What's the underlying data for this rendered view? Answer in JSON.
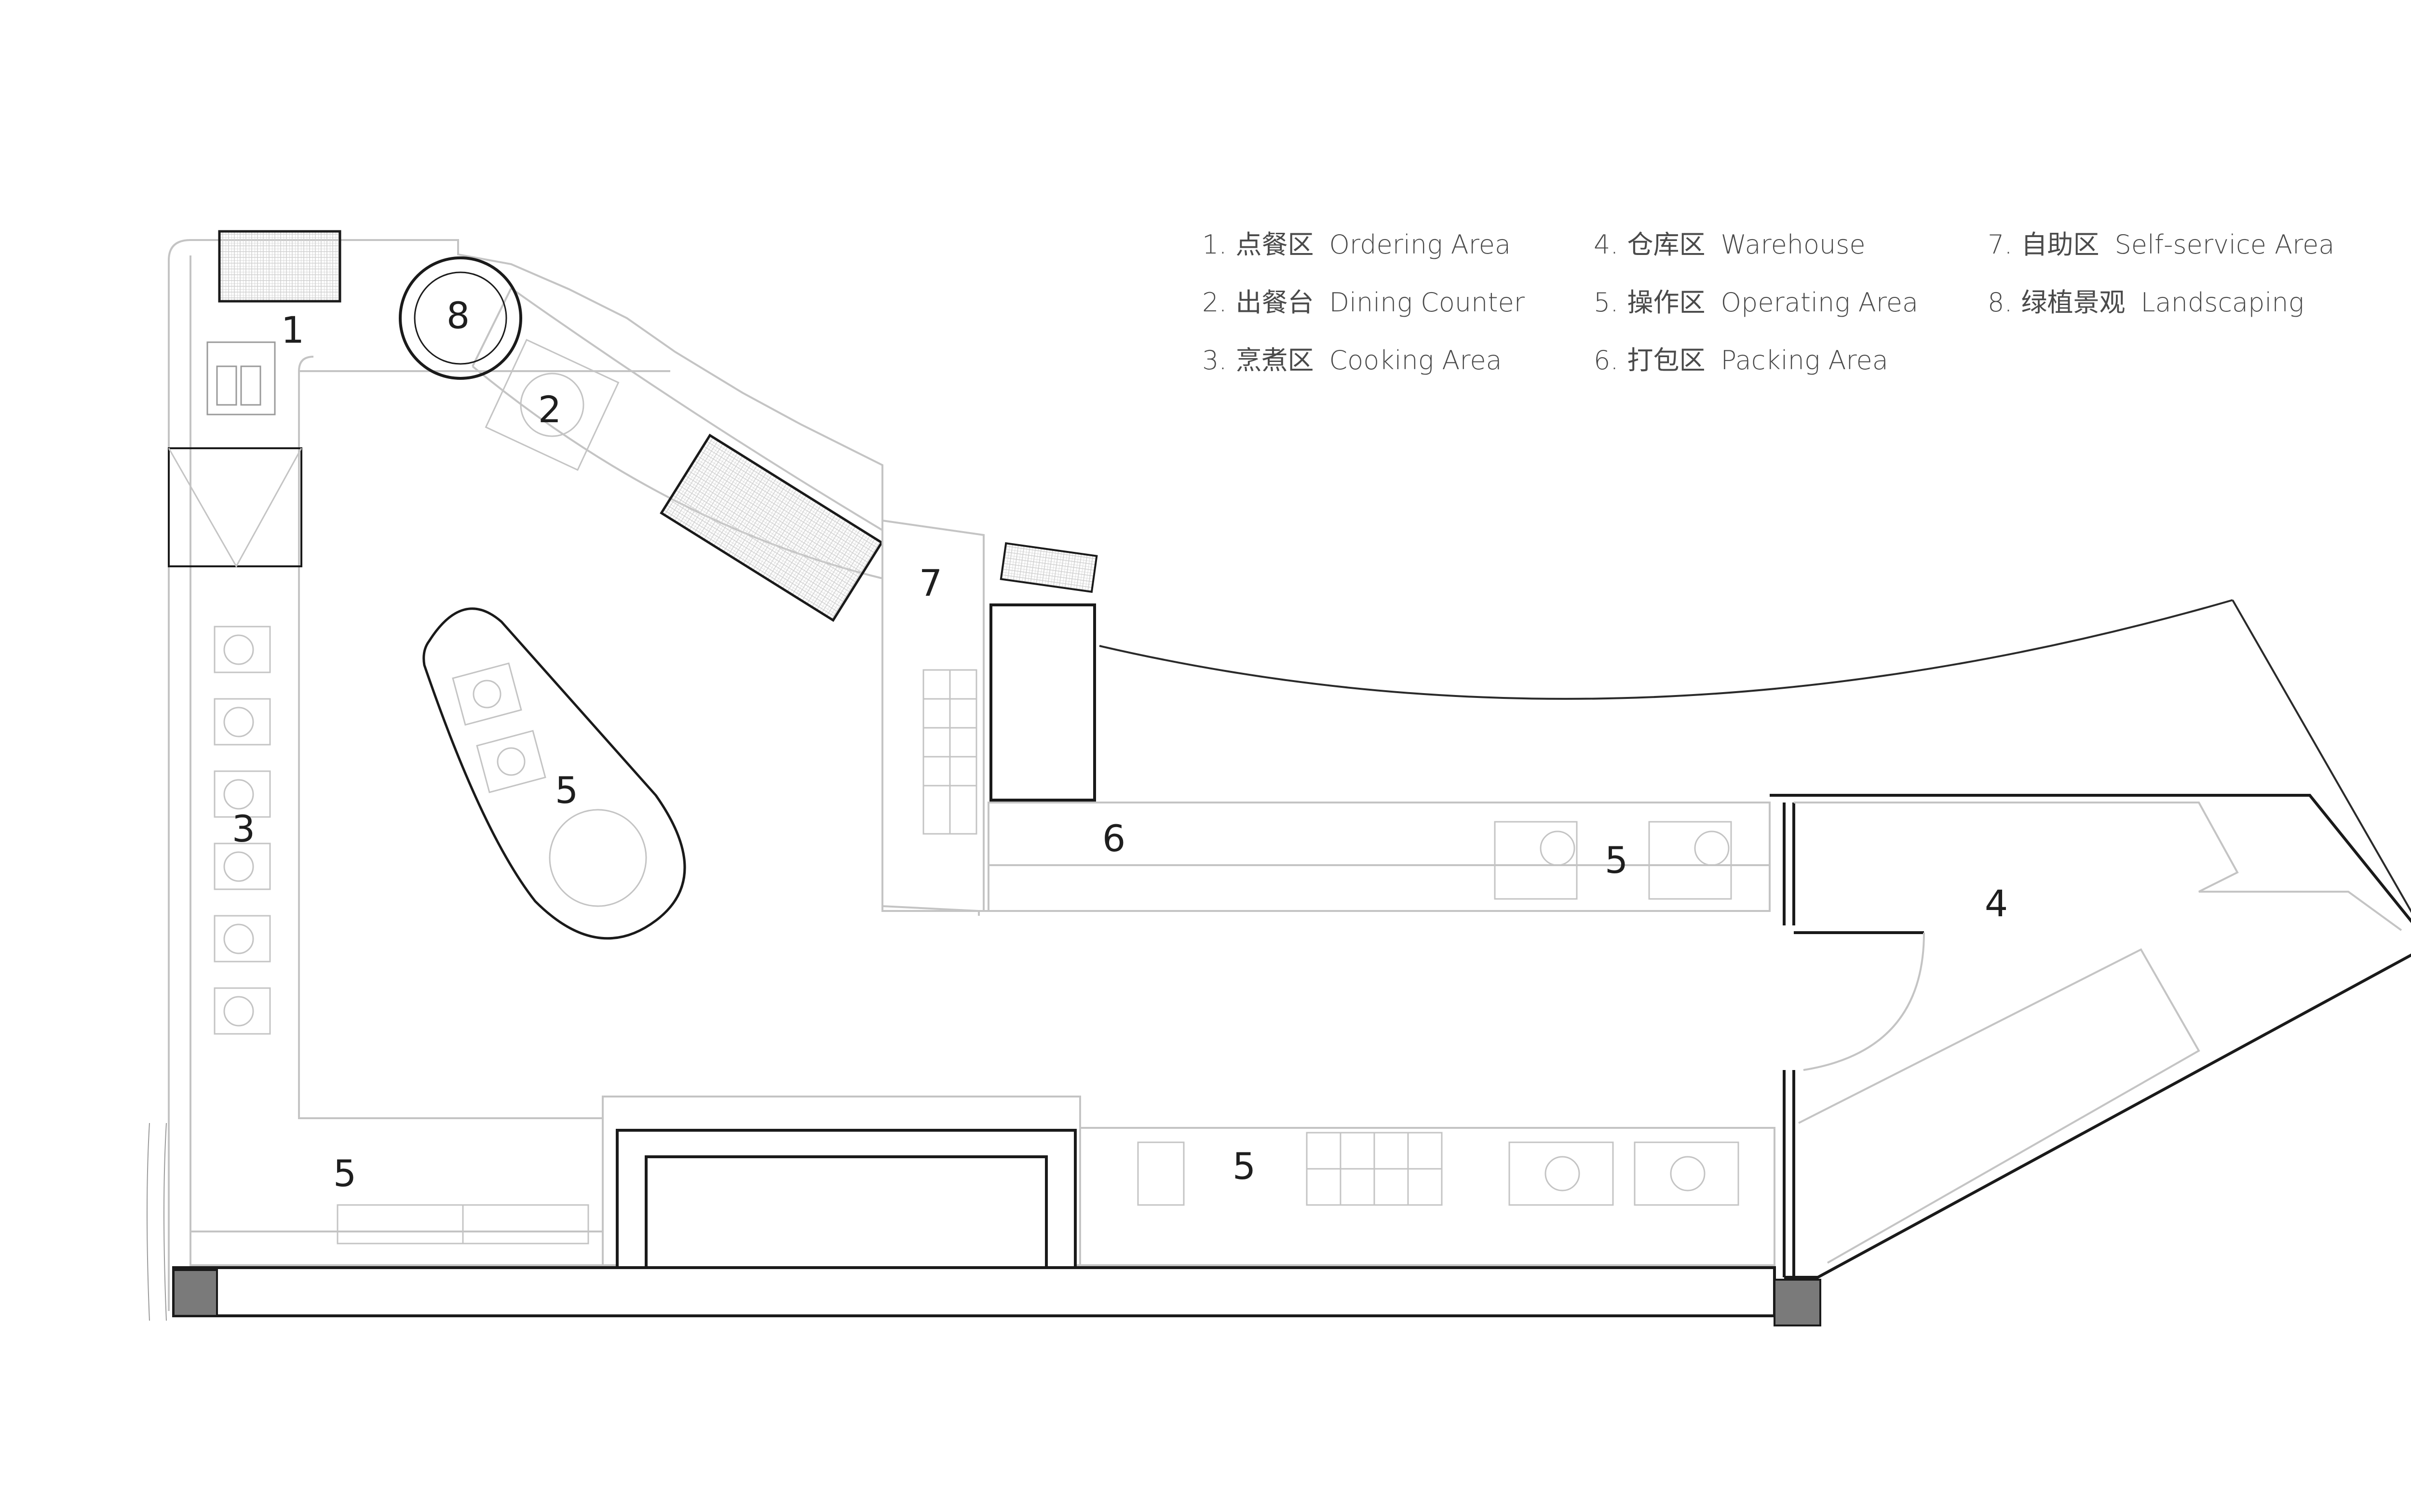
{
  "legend": [
    {
      "num": "1.",
      "cn": "点餐区",
      "en": "Ordering Area"
    },
    {
      "num": "2.",
      "cn": "出餐台",
      "en": "Dining Counter"
    },
    {
      "num": "3.",
      "cn": "烹煮区",
      "en": "Cooking Area"
    },
    {
      "num": "4.",
      "cn": "仓库区",
      "en": "Warehouse"
    },
    {
      "num": "5.",
      "cn": "操作区",
      "en": "Operating Area"
    },
    {
      "num": "6.",
      "cn": "打包区",
      "en": "Packing Area"
    },
    {
      "num": "7.",
      "cn": "自助区",
      "en": "Self-service Area"
    },
    {
      "num": "8.",
      "cn": "绿植景观",
      "en": "Landscaping"
    }
  ],
  "zones": {
    "ordering": "1",
    "dining_counter": "2",
    "cooking": "3",
    "warehouse": "4",
    "operating_island": "5",
    "operating_left": "5",
    "operating_bottom": "5",
    "operating_packing": "5",
    "packing": "6",
    "self_service": "7",
    "landscaping": "8"
  },
  "colors": {
    "wall": "#1a1a1a",
    "light_line": "#c4c4c4",
    "column_fill": "#7a7a7a",
    "text": "#4a4a4a"
  }
}
